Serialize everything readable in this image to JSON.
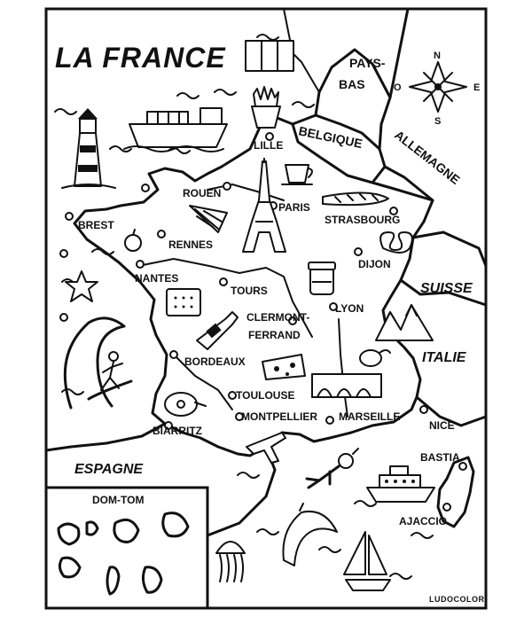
{
  "title": "LA FRANCE",
  "cities": {
    "lille": "LILLE",
    "rouen": "ROUEN",
    "paris": "PARIS",
    "brest": "BREST",
    "rennes": "RENNES",
    "strasbourg": "STRASBOURG",
    "dijon": "DIJON",
    "nantes": "NANTES",
    "tours": "TOURS",
    "lyon": "LYON",
    "clermont_1": "CLERMONT-",
    "clermont_2": "FERRAND",
    "bordeaux": "BORDEAUX",
    "toulouse": "TOULOUSE",
    "montpellier": "MONTPELLIER",
    "marseille": "MARSEILLE",
    "nice": "NICE",
    "biarritz": "BIARRITZ",
    "bastia": "BASTIA",
    "ajaccio": "AJACCIO"
  },
  "countries": {
    "pays_bas_1": "PAYS-",
    "pays_bas_2": "BAS",
    "belgique": "BELGIQUE",
    "allemagne": "ALLEMAGNE",
    "suisse": "SUISSE",
    "italie": "ITALIE",
    "espagne": "ESPAGNE"
  },
  "inset_title": "DOM-TOM",
  "compass": {
    "north": "N",
    "south": "S",
    "east": "E",
    "west": "O"
  },
  "brand": "LUDOCOLOR",
  "illustrations": [
    "flag-icon",
    "lighthouse-icon",
    "cargo-ship-icon",
    "fries-icon",
    "coffee-cup-icon",
    "eiffel-tower-icon",
    "baguette-icon",
    "pretzel-icon",
    "crepe-icon",
    "apple-icon",
    "starfish-icon",
    "biscuit-icon",
    "jam-jar-icon",
    "wine-bottle-icon",
    "surfer-icon",
    "cheese-icon",
    "mountains-icon",
    "lemon-icon",
    "bridge-icon",
    "ham-icon",
    "airplane-icon",
    "diver-icon",
    "ferry-icon",
    "dolphin-icon",
    "jellyfish-icon",
    "sailboat-icon",
    "compass-rose-icon"
  ],
  "colors": {
    "ink": "#111111",
    "paper": "#ffffff"
  }
}
